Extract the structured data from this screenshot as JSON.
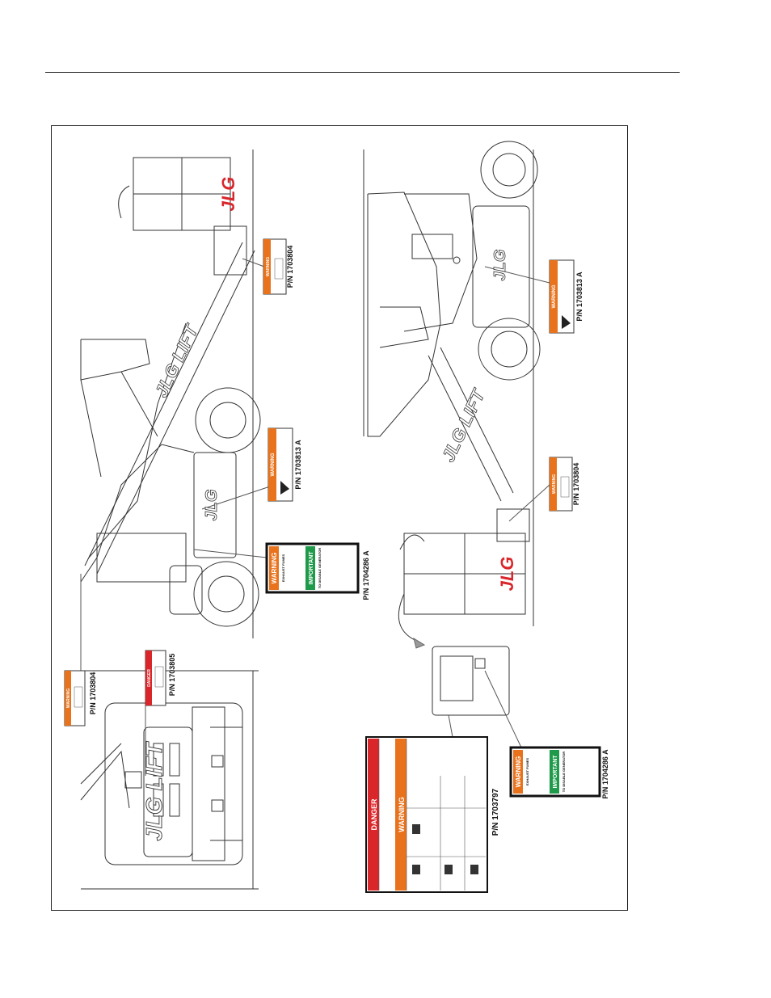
{
  "labels": {
    "pn_1703804_a": "P/N 1703804",
    "pn_1703805": "P/N 1703805",
    "pn_1703813_a": "P/N 1703813 A",
    "pn_1704286_a": "P/N 1704286 A",
    "pn_1703804_b": "P/N 1703804",
    "pn_1703813_b": "P/N 1703813 A",
    "pn_1703804_c": "P/N 1703804",
    "pn_1703797": "P/N 1703797",
    "pn_1704286_b": "P/N 1704286 A"
  },
  "decals": {
    "warning": "WARNING",
    "danger": "DANGER",
    "important": "IMPORTANT",
    "exhaust": "EXHAUST FUMES",
    "disable_gen": "TO DISABLE GENERATOR"
  },
  "branding": {
    "jlg": "JLG",
    "jlg_lift": "JLG LIFT"
  },
  "colors": {
    "warning_orange": "#e8731c",
    "danger_red": "#d9262b",
    "important_green": "#1f9a4a"
  }
}
